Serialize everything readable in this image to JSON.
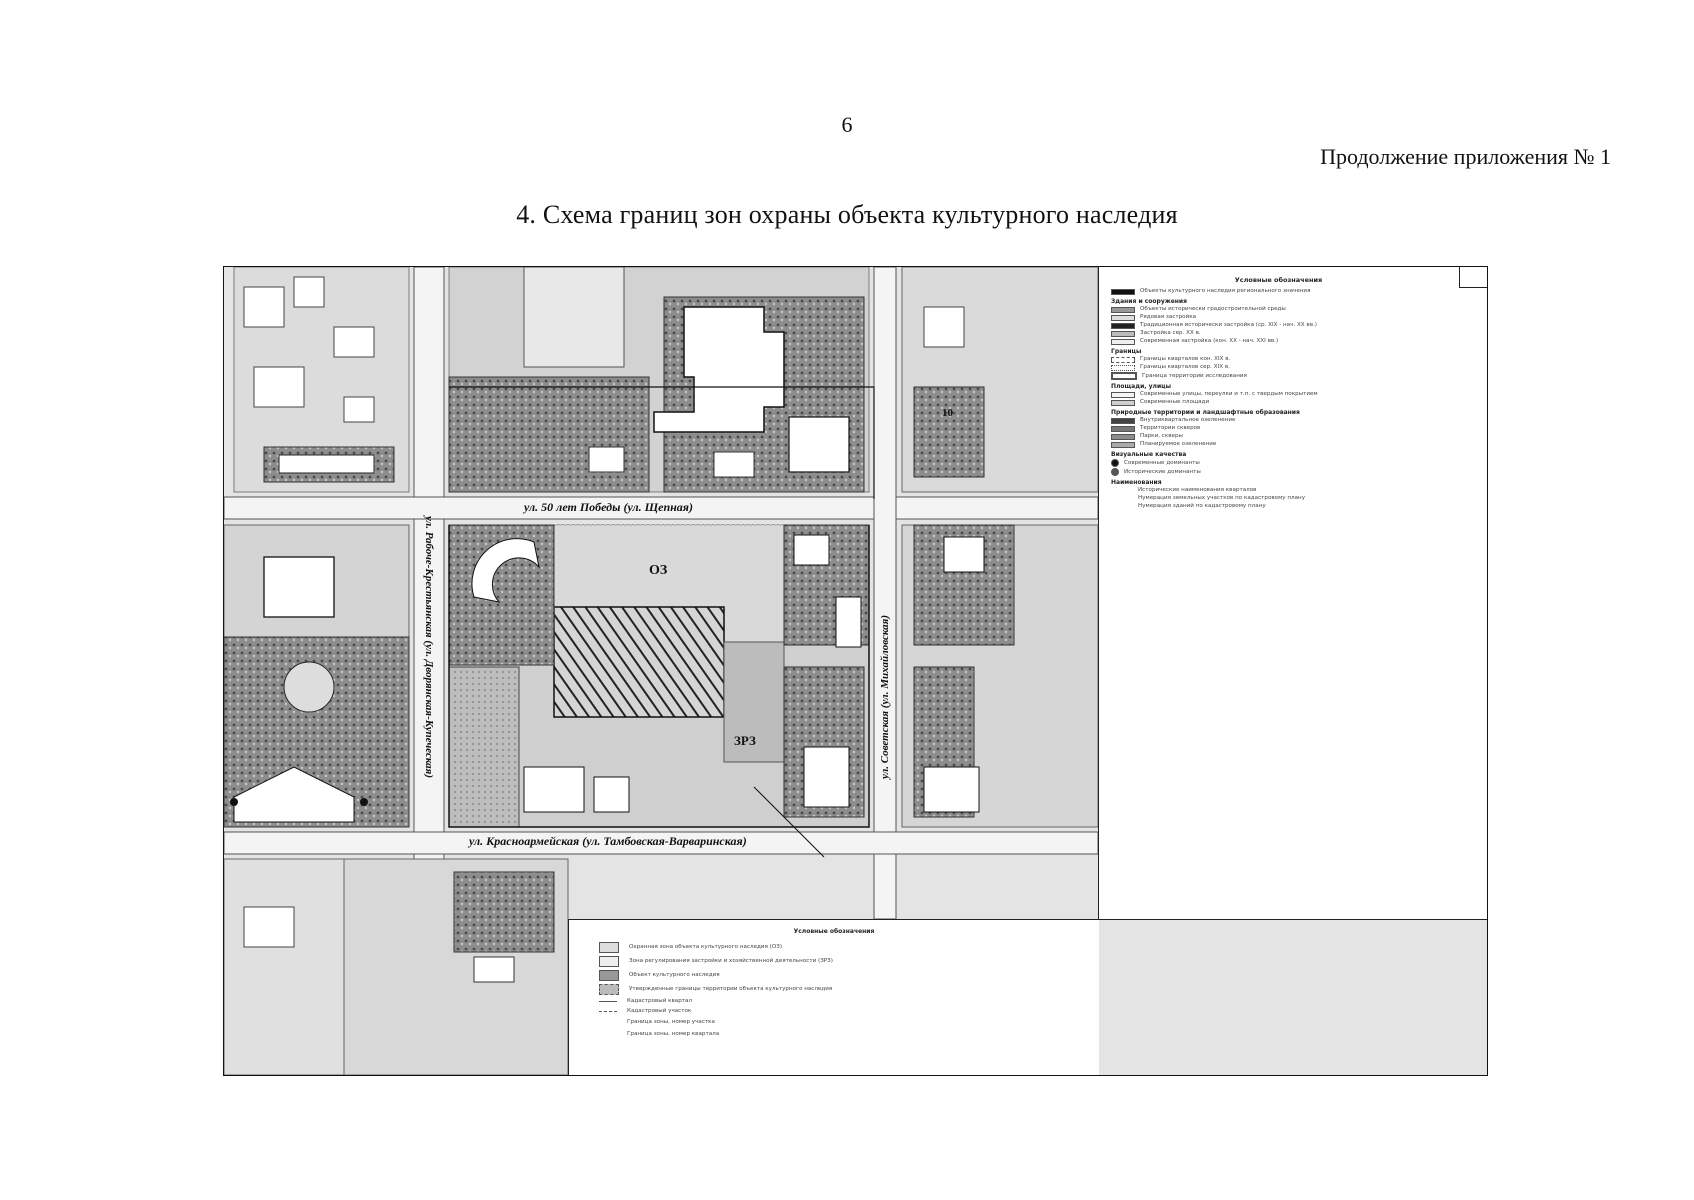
{
  "page_number": "6",
  "appendix_note": "Продолжение приложения № 1",
  "title": "4. Схема границ зон охраны объекта культурного наследия",
  "map": {
    "streets": {
      "top": "ул. 50 лет Победы (ул. Щепная)",
      "left": "ул. Рабоче-Крестьянская (ул. Дворянская-Купеческая)",
      "right": "ул. Советская (ул. Михайловская)",
      "bottom": "ул. Красноармейская (ул. Тамбовская-Варваринская)"
    },
    "zones": {
      "oz": "ОЗ",
      "zrz": "ЗРЗ"
    },
    "block_numbers": {
      "block_10": "10"
    },
    "legend_right": {
      "heading": "Условные обозначения",
      "items": [
        "Объекты культурного наследия регионального значения",
        "Здания и сооружения",
        "Объекты исторически градостроительной среды",
        "Рядовая застройка",
        "Традиционная исторически застройка (ср. XIX - нач. XX вв.)",
        "Застройка сер. XX в.",
        "Современная застройка (кон. XX - нач. XXI вв.)",
        "Границы",
        "Границы кварталов кон. XIX в.",
        "Границы кварталов сер. XIX в.",
        "Граница территории исследования",
        "Площади, улицы",
        "Современные улицы, переулки и т.п. с твердым покрытием",
        "Современные площади",
        "Природные территории и ландшафтные образования",
        "Внутриквартальное озеленение",
        "Территории скверов",
        "Парки, скверы",
        "Планируемое озеленение",
        "Визуальные качества",
        "Современные доминанты",
        "Исторические доминанты",
        "Наименования",
        "Исторические наименования кварталов",
        "Нумерация земельных участков по кадастровому плану",
        "Нумерация зданий по кадастровому плану"
      ]
    },
    "legend_bottom": {
      "heading": "Условные обозначения",
      "items": [
        "Охранная зона объекта культурного наследия (ОЗ)",
        "Зона регулирования застройки и хозяйственной деятельности (ЗРЗ)",
        "Объект культурного наследия",
        "Утвержденные границы территории объекта культурного наследия",
        "Кадастровый квартал",
        "Кадастровый участок",
        "Граница зоны, номер участка",
        "Граница зоны, номер квартала"
      ]
    }
  }
}
